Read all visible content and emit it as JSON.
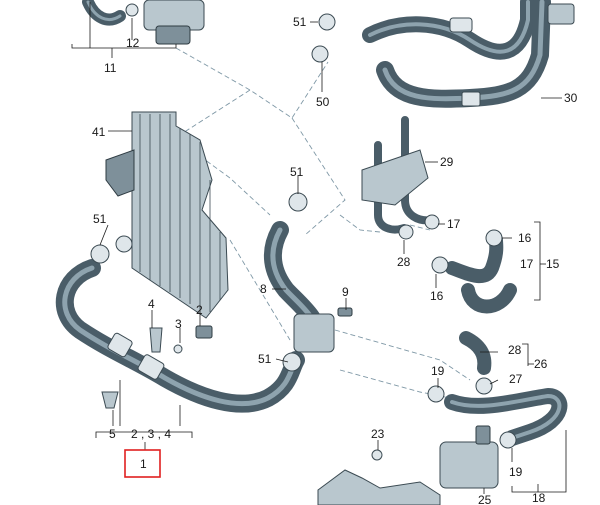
{
  "diagram": {
    "labels": {
      "l1": "1",
      "l2": "2",
      "l3": "3",
      "l4": "4",
      "l5": "5",
      "l8": "8",
      "l9": "9",
      "l11": "11",
      "l12": "12",
      "l15": "15",
      "l16a": "16",
      "l16b": "16",
      "l17a": "17",
      "l17b": "17",
      "l18": "18",
      "l19a": "19",
      "l19b": "19",
      "l23": "23",
      "l25": "25",
      "l26": "26",
      "l27": "27",
      "l28a": "28",
      "l28b": "28",
      "l29": "29",
      "l30": "30",
      "l41": "41",
      "l50": "50",
      "l51a": "51",
      "l51b": "51",
      "l51c": "51",
      "l51d": "51",
      "l234": "2 , 3 , 4"
    },
    "highlight_color": "#e02020"
  }
}
